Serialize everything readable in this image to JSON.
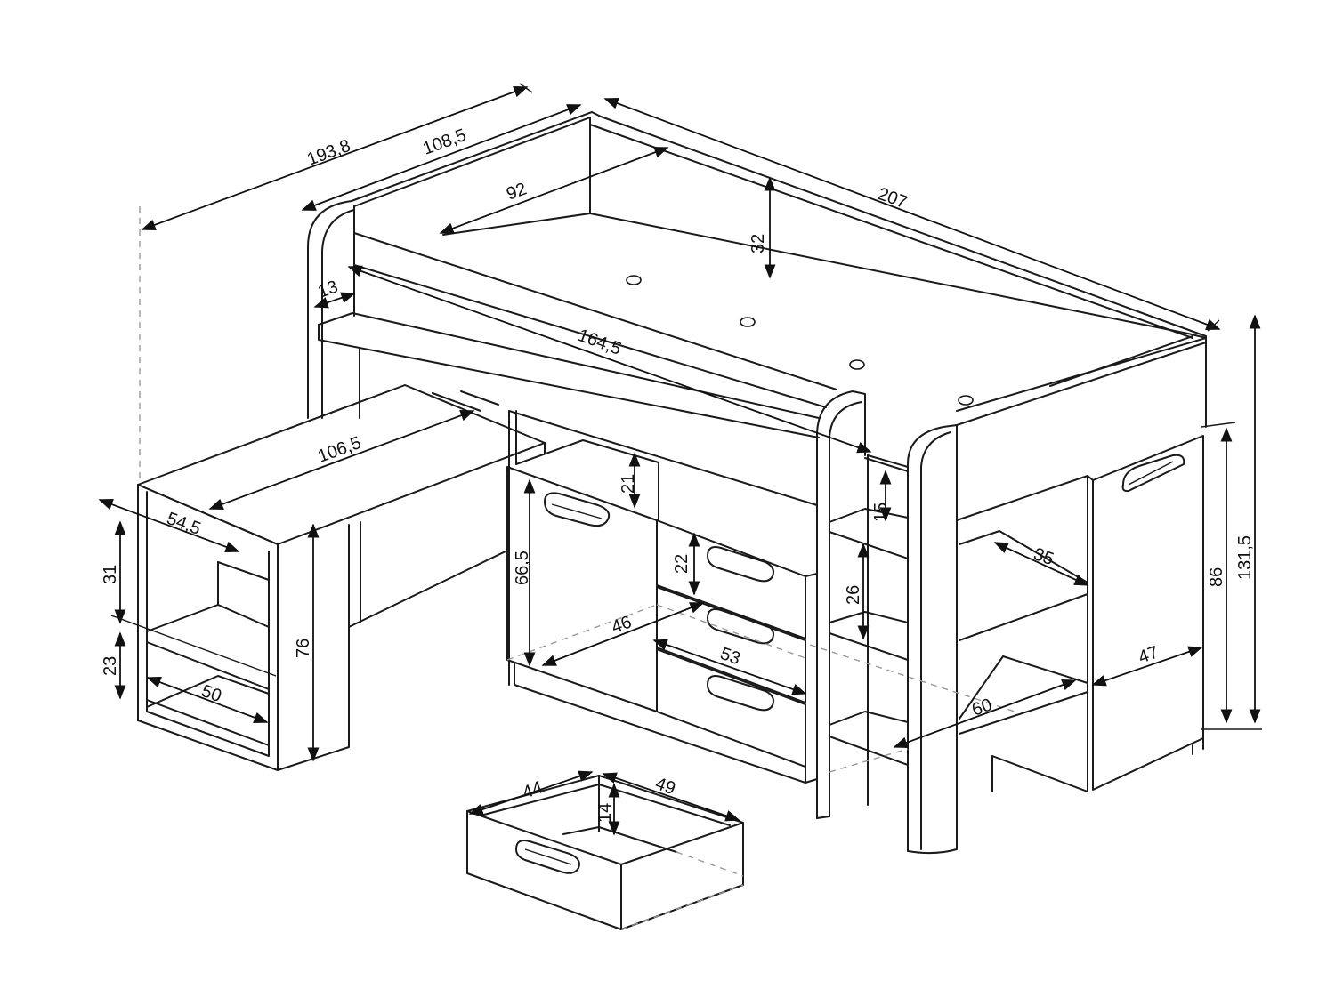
{
  "diagram": {
    "dimensions": {
      "total_width": "193,8",
      "top_width": "108,5",
      "mattress_width": "92",
      "total_length": "207",
      "rail_height": "32",
      "panel_thickness": "13",
      "inner_length": "164,5",
      "desk_length": "106,5",
      "desk_depth": "54,5",
      "shelf_height_upper": "31",
      "shelf_height_lower": "23",
      "shelf_depth": "50",
      "desk_height": "76",
      "cabinet_door_height": "66,5",
      "cabinet_gap": "21",
      "drawer_height": "22",
      "cabinet_depth": "46",
      "cabinet_width": "53",
      "step_height": "15",
      "step_gap": "26",
      "right_shelf_depth": "35",
      "right_length": "60",
      "wardrobe_height": "86",
      "total_height": "131,5",
      "wardrobe_width": "47",
      "drawer_depth": "44",
      "drawer_length": "49",
      "drawer_inner_height": "14"
    }
  }
}
